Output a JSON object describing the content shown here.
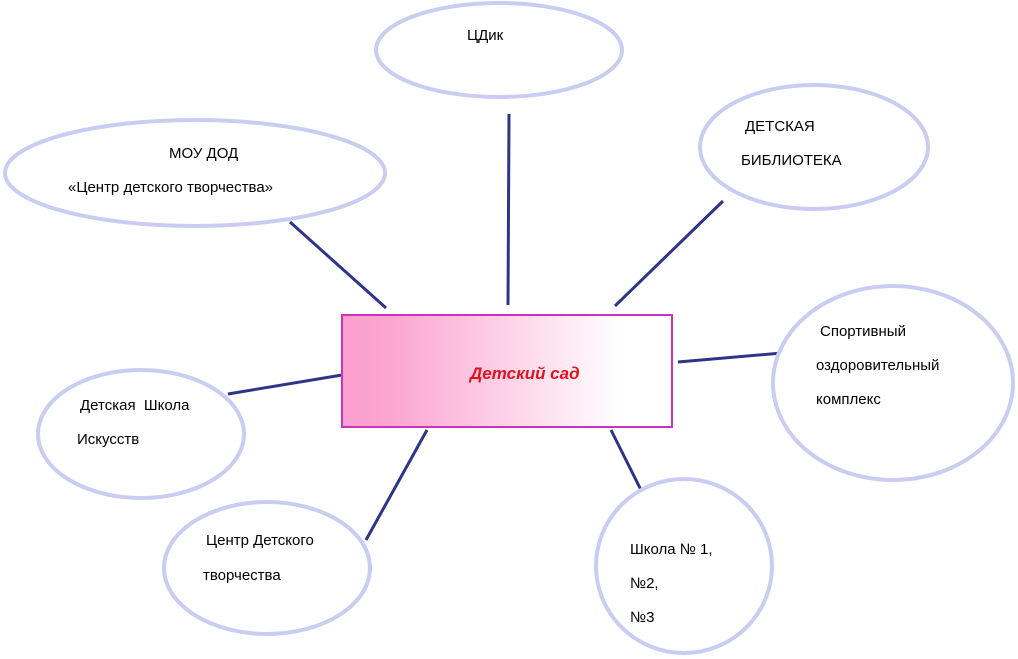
{
  "diagram": {
    "center": {
      "label": "Детский сад"
    },
    "nodes": [
      {
        "id": "cdik",
        "lines": [
          "ЦДик"
        ]
      },
      {
        "id": "moudod",
        "lines": [
          "МОУ ДОД",
          "«Центр детского творчества»"
        ]
      },
      {
        "id": "library",
        "lines": [
          "ДЕТСКАЯ",
          "БИБЛИОТЕКА"
        ]
      },
      {
        "id": "sport",
        "lines": [
          "Спортивный",
          "оздоровительный",
          "комплекс"
        ]
      },
      {
        "id": "art-school",
        "lines": [
          "Детская  Школа",
          "Искусств"
        ]
      },
      {
        "id": "child-center",
        "lines": [
          "Центр Детского",
          "творчества"
        ]
      },
      {
        "id": "schools",
        "lines": [
          "Школа № 1,",
          "№2,",
          "№3"
        ]
      }
    ],
    "colors": {
      "ellipse_stroke": "#c9cdf2",
      "connector": "#2e3588",
      "center_border": "#cc33bb",
      "center_fill_start": "#fa9fcd",
      "center_fill_end": "#ffffff",
      "center_text": "#e0141e"
    }
  }
}
